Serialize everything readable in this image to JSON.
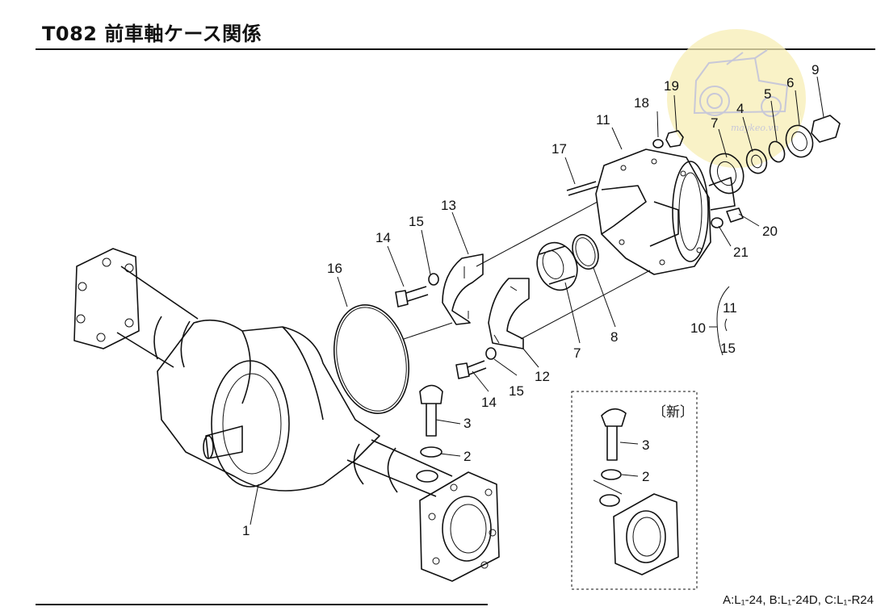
{
  "header": {
    "title": "T082 前車軸ケース関係"
  },
  "footer": {
    "models": "A:L₁-24, B:L₁-24D, C:L₁-R24"
  },
  "inset": {
    "label": "〔新〕"
  },
  "watermark": {
    "text": "maykeo.vn",
    "color": "#f5e9a6"
  },
  "callouts": [
    {
      "id": "c1",
      "text": "1"
    },
    {
      "id": "c2",
      "text": "2"
    },
    {
      "id": "c3",
      "text": "3"
    },
    {
      "id": "c4",
      "text": "4"
    },
    {
      "id": "c5",
      "text": "5"
    },
    {
      "id": "c6",
      "text": "6"
    },
    {
      "id": "c7a",
      "text": "7"
    },
    {
      "id": "c7b",
      "text": "7"
    },
    {
      "id": "c8",
      "text": "8"
    },
    {
      "id": "c9",
      "text": "9"
    },
    {
      "id": "c10",
      "text": "10"
    },
    {
      "id": "c11a",
      "text": "11"
    },
    {
      "id": "c11b",
      "text": "11"
    },
    {
      "id": "c12",
      "text": "12"
    },
    {
      "id": "c13",
      "text": "13"
    },
    {
      "id": "c14a",
      "text": "14"
    },
    {
      "id": "c14b",
      "text": "14"
    },
    {
      "id": "c15a",
      "text": "15"
    },
    {
      "id": "c15b",
      "text": "15"
    },
    {
      "id": "c15c",
      "text": "15"
    },
    {
      "id": "c16",
      "text": "16"
    },
    {
      "id": "c17",
      "text": "17"
    },
    {
      "id": "c18",
      "text": "18"
    },
    {
      "id": "c19",
      "text": "19"
    },
    {
      "id": "c20",
      "text": "20"
    },
    {
      "id": "c21",
      "text": "21"
    },
    {
      "id": "c3i",
      "text": "3"
    },
    {
      "id": "c2i",
      "text": "2"
    }
  ]
}
